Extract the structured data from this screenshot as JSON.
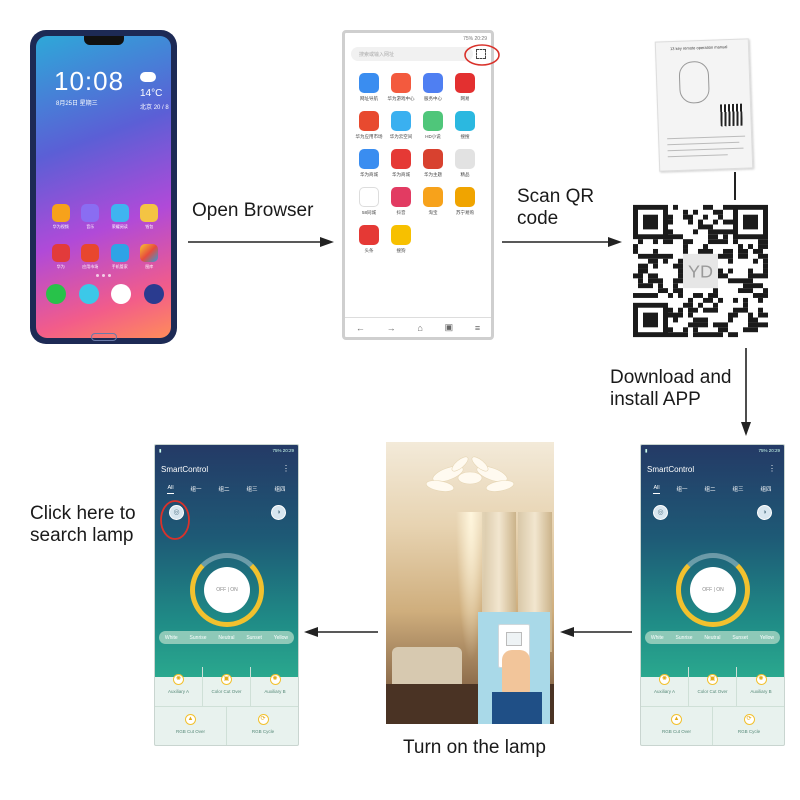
{
  "steps": {
    "open_browser": "Open Browser",
    "scan_qr_line1": "Scan QR",
    "scan_qr_line2": "code",
    "download_line1": "Download and",
    "download_line2": "install APP",
    "click_search_line1": "Click here to",
    "click_search_line2": "search lamp",
    "turn_on": "Turn on the lamp"
  },
  "phone_home": {
    "clock": "10:08",
    "date": "8月25日 星期三",
    "temperature": "14°C",
    "location": "北京",
    "temp_range": "20 / 8",
    "apps": [
      "华为视频",
      "音乐",
      "荣耀阅读",
      "钱包",
      "华为",
      "应用市场",
      "手机管家",
      "图库"
    ]
  },
  "browser": {
    "status_left": "",
    "status_right": "75% 20:29",
    "search_placeholder": "搜索或输入网址",
    "apps": [
      "网址导航",
      "华为游戏中心",
      "服务中心",
      "网易",
      "华为应用市场",
      "华为云空间",
      "HD小说",
      "搜搜",
      "华为商城",
      "华为商城",
      "华为主题",
      "精品",
      "58同城",
      "抖音",
      "淘宝",
      "苏宁易购",
      "头条",
      "搜狗"
    ]
  },
  "manual": {
    "title": "13 key remote operation manual"
  },
  "app": {
    "status_right": "75% 20:29",
    "title": "SmartControl",
    "menu_glyph": "⋮",
    "tabs": [
      "All",
      "组一",
      "组二",
      "组三",
      "组四"
    ],
    "off": "OFF",
    "on": "ON",
    "modes": [
      "White",
      "Sunrise",
      "Neutral",
      "Sunset",
      "Yellow"
    ],
    "functions": [
      "Auxiliary A",
      "Color Cut Over",
      "Auxiliary B",
      "RGB Cut Over",
      "RGB Cycle"
    ]
  },
  "colors": {
    "accent_ring": "#f2c12e",
    "highlight_circle": "#d9322b",
    "arrow": "#222222"
  }
}
